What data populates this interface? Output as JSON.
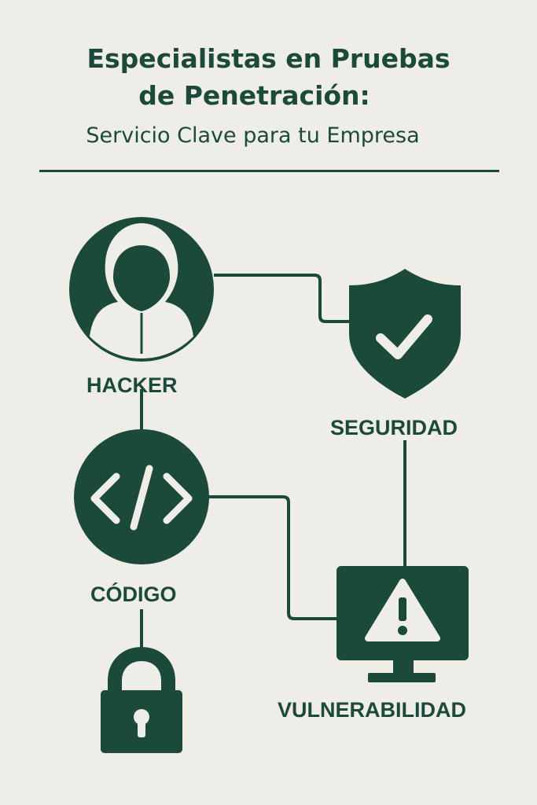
{
  "header": {
    "title_line1": "Especialistas en Pruebas",
    "title_line2": "de Penetración:",
    "subtitle": "Servicio Clave para tu Empresa"
  },
  "nodes": {
    "hacker": {
      "label": "HACKER",
      "icon": "hooded-hacker-icon"
    },
    "seguridad": {
      "label": "SEGURIDAD",
      "icon": "shield-check-icon"
    },
    "codigo": {
      "label": "CÓDIGO",
      "icon": "code-brackets-icon"
    },
    "vulnerabilidad": {
      "label": "VULNERABILIDAD",
      "icon": "monitor-warning-icon"
    },
    "candado": {
      "icon": "padlock-icon"
    }
  },
  "colors": {
    "background": "#efede7",
    "ink": "#1c4a3a"
  }
}
